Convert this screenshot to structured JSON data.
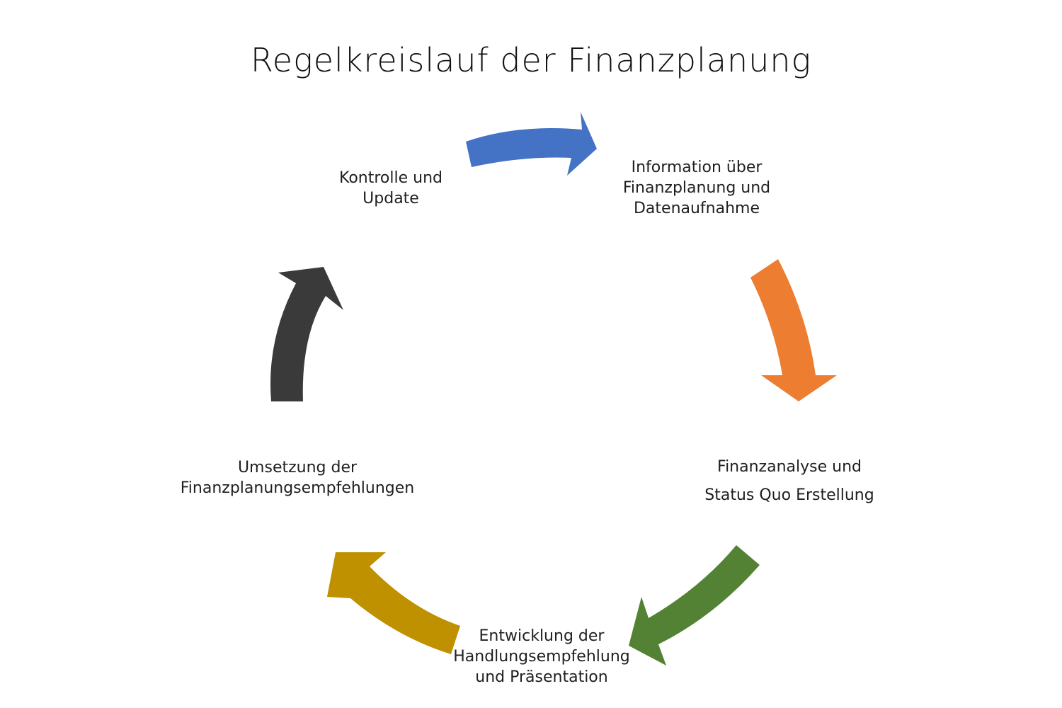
{
  "title": "Regelkreislauf der Finanzplanung",
  "steps": [
    {
      "lines": [
        "Information über",
        "Finanzplanung und",
        "Datenaufnahme"
      ]
    },
    {
      "lines": [
        "Finanzanalyse und",
        "Status Quo Erstellung"
      ]
    },
    {
      "lines": [
        "Entwicklung der",
        "Handlungsempfehlung",
        "und Präsentation"
      ]
    },
    {
      "lines": [
        "Umsetzung der",
        "Finanzplanungsempfehlungen"
      ]
    },
    {
      "lines": [
        "Kontrolle und",
        "Update"
      ]
    }
  ],
  "arrows": [
    {
      "from": "Kontrolle und Update",
      "to": "Information über Finanzplanung und Datenaufnahme",
      "color": "#4472C4"
    },
    {
      "from": "Information über Finanzplanung und Datenaufnahme",
      "to": "Finanzanalyse und Status Quo Erstellung",
      "color": "#ED7D31"
    },
    {
      "from": "Finanzanalyse und Status Quo Erstellung",
      "to": "Entwicklung der Handlungsempfehlung und Präsentation",
      "color": "#548235"
    },
    {
      "from": "Entwicklung der Handlungsempfehlung und Präsentation",
      "to": "Umsetzung der Finanzplanungsempfehlungen",
      "color": "#BF9000"
    },
    {
      "from": "Umsetzung der Finanzplanungsempfehlungen",
      "to": "Kontrolle und Update",
      "color": "#3A3A3A"
    }
  ]
}
